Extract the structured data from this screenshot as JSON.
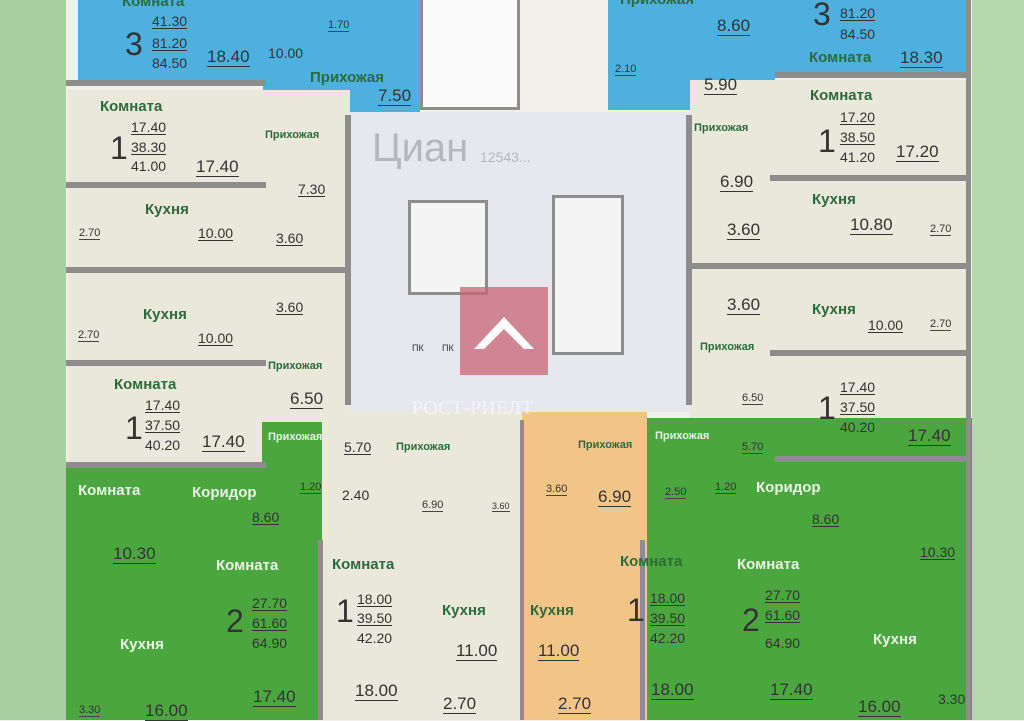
{
  "labels": {
    "room": "Комната",
    "kitchen": "Кухня",
    "hall": "Прихожая",
    "corridor": "Коридор",
    "fire_hydrant": "ПК"
  },
  "apt3_left": {
    "rooms": "3",
    "living": "41.30",
    "total": "81.20",
    "total_with_balcony": "84.50",
    "room1": "18.40",
    "room2": "10.00",
    "wc": "1.70",
    "hall": "7.50"
  },
  "apt3_right": {
    "rooms": "3",
    "total": "81.20",
    "total_with_balcony": "84.50",
    "room1": "18.30",
    "hall": "8.60",
    "wc": "2.10",
    "bath": "5.90"
  },
  "apt1_left_a": {
    "rooms": "1",
    "living": "17.40",
    "total": "38.30",
    "total_with_balcony": "41.00",
    "room": "17.40",
    "hall": "7.30",
    "kitchen": "10.00",
    "balcony": "2.70",
    "bath": "3.60"
  },
  "apt1_left_b": {
    "rooms": "1",
    "living": "17.40",
    "total": "37.50",
    "total_with_balcony": "40.20",
    "room": "17.40",
    "hall": "6.50",
    "kitchen": "10.00",
    "balcony": "2.70",
    "bath": "3.60"
  },
  "apt1_right_a": {
    "rooms": "1",
    "living": "17.20",
    "total": "38.50",
    "total_with_balcony": "41.20",
    "room": "17.20",
    "hall": "6.90",
    "kitchen": "10.80",
    "balcony": "2.70",
    "bath": "3.60"
  },
  "apt1_right_b": {
    "rooms": "1",
    "living": "17.40",
    "total": "37.50",
    "total_with_balcony": "40.20",
    "room": "17.40",
    "hall": "6.50",
    "kitchen": "10.00",
    "balcony": "2.70",
    "bath": "3.60"
  },
  "apt2_left": {
    "rooms": "2",
    "living": "27.70",
    "total": "61.60",
    "total_with_balcony": "64.90",
    "hall": "5.70",
    "wc": "1.20",
    "bath": "2.40",
    "corridor": "8.60",
    "room1": "10.30",
    "room2": "17.40",
    "kitchen": "16.00",
    "balcony": "3.30"
  },
  "apt2_right": {
    "rooms": "2",
    "living": "27.70",
    "total": "61.60",
    "total_with_balcony": "64.90",
    "hall": "5.70",
    "wc": "1.20",
    "bath": "2.50",
    "corridor": "8.60",
    "room1": "10.30",
    "room2": "17.40",
    "kitchen": "16.00",
    "balcony": "3.30"
  },
  "apt1_mid_left": {
    "rooms": "1",
    "living": "18.00",
    "total": "39.50",
    "total_with_balcony": "42.20",
    "room": "18.00",
    "hall": "6.90",
    "bath": "3.60",
    "kitchen": "11.00",
    "balcony": "2.70"
  },
  "apt1_mid_right": {
    "rooms": "1",
    "living": "18.00",
    "total": "39.50",
    "total_with_balcony": "42.20",
    "room": "18.00",
    "hall": "6.90",
    "bath": "3.60",
    "kitchen": "11.00",
    "balcony": "2.70"
  },
  "watermarks": {
    "agency": "РОСТ-РИЕЛТ",
    "portal": "Циан",
    "listing_id": "12543..."
  },
  "colors": {
    "blue": "#4eb0df",
    "green": "#4ba640",
    "beige": "#e9e8db",
    "orange": "#f3c487",
    "hall": "#e7e7ee"
  }
}
